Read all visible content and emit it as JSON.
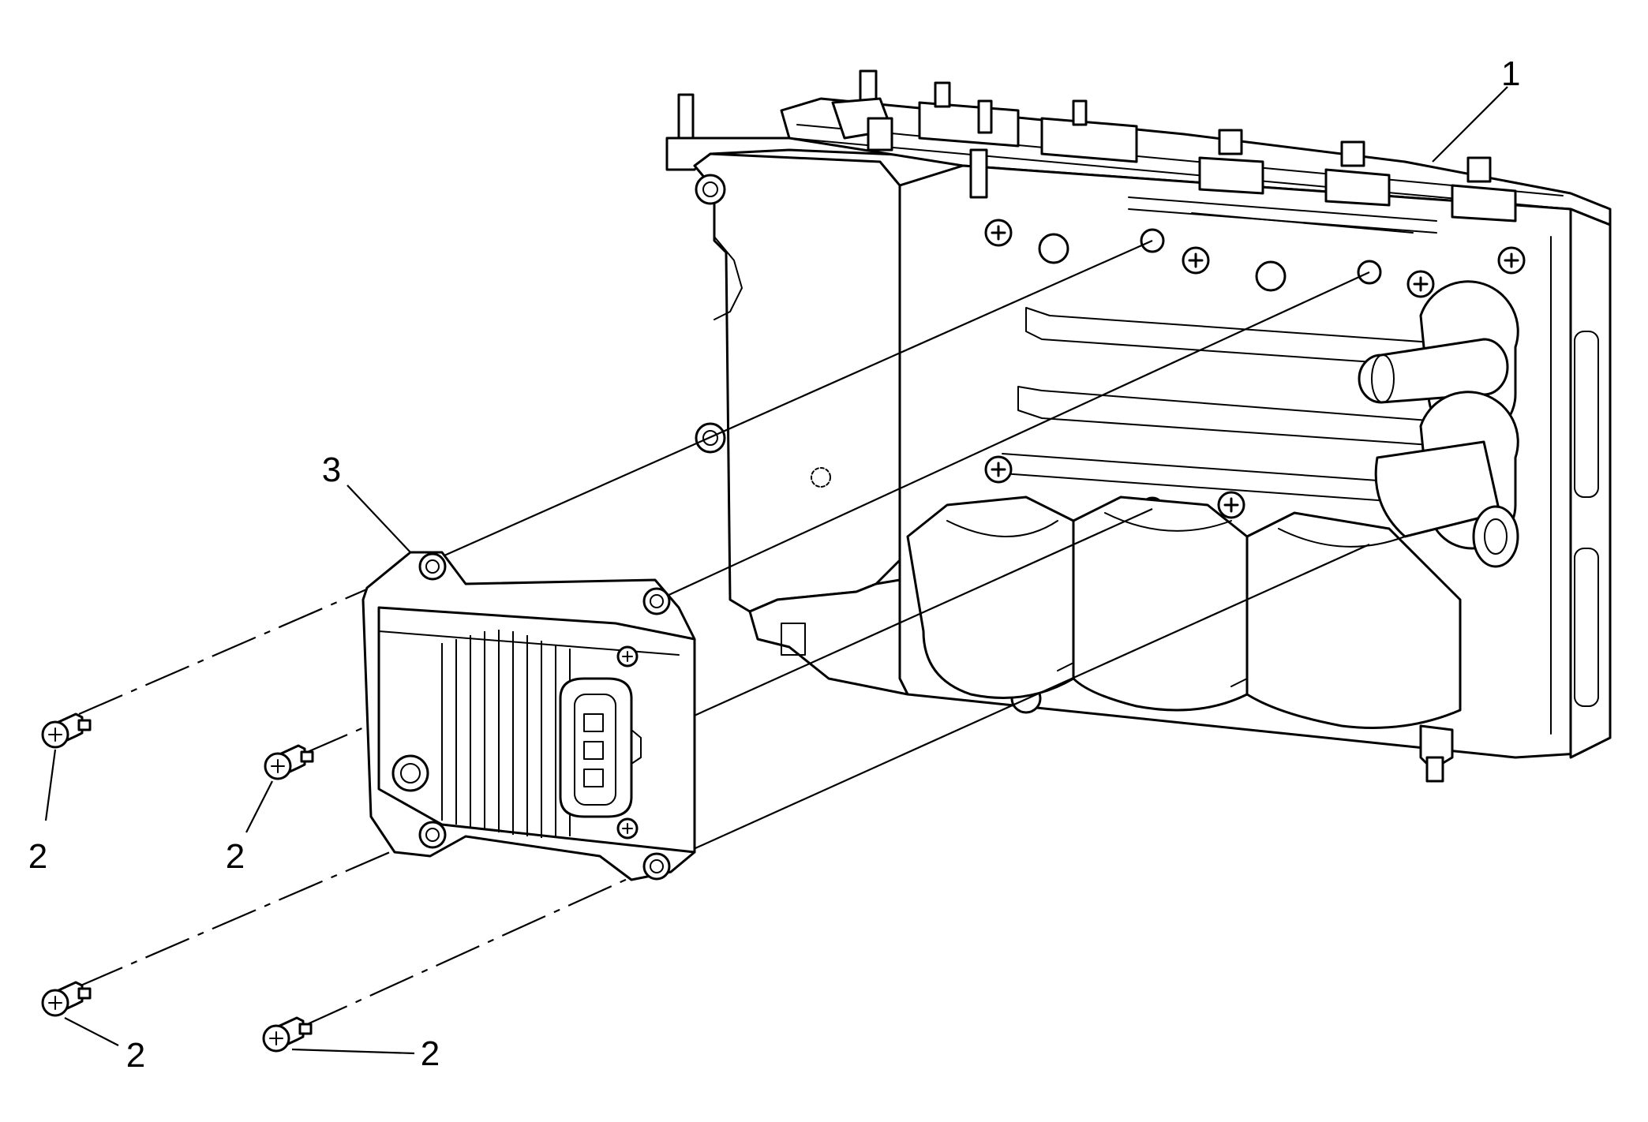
{
  "diagram": {
    "callouts": [
      {
        "id": "1",
        "label": "1"
      },
      {
        "id": "2a",
        "label": "2"
      },
      {
        "id": "2b",
        "label": "2"
      },
      {
        "id": "2c",
        "label": "2"
      },
      {
        "id": "2d",
        "label": "2"
      },
      {
        "id": "3",
        "label": "3"
      }
    ],
    "colors": {
      "ink": "#000000",
      "paper": "#ffffff"
    }
  }
}
